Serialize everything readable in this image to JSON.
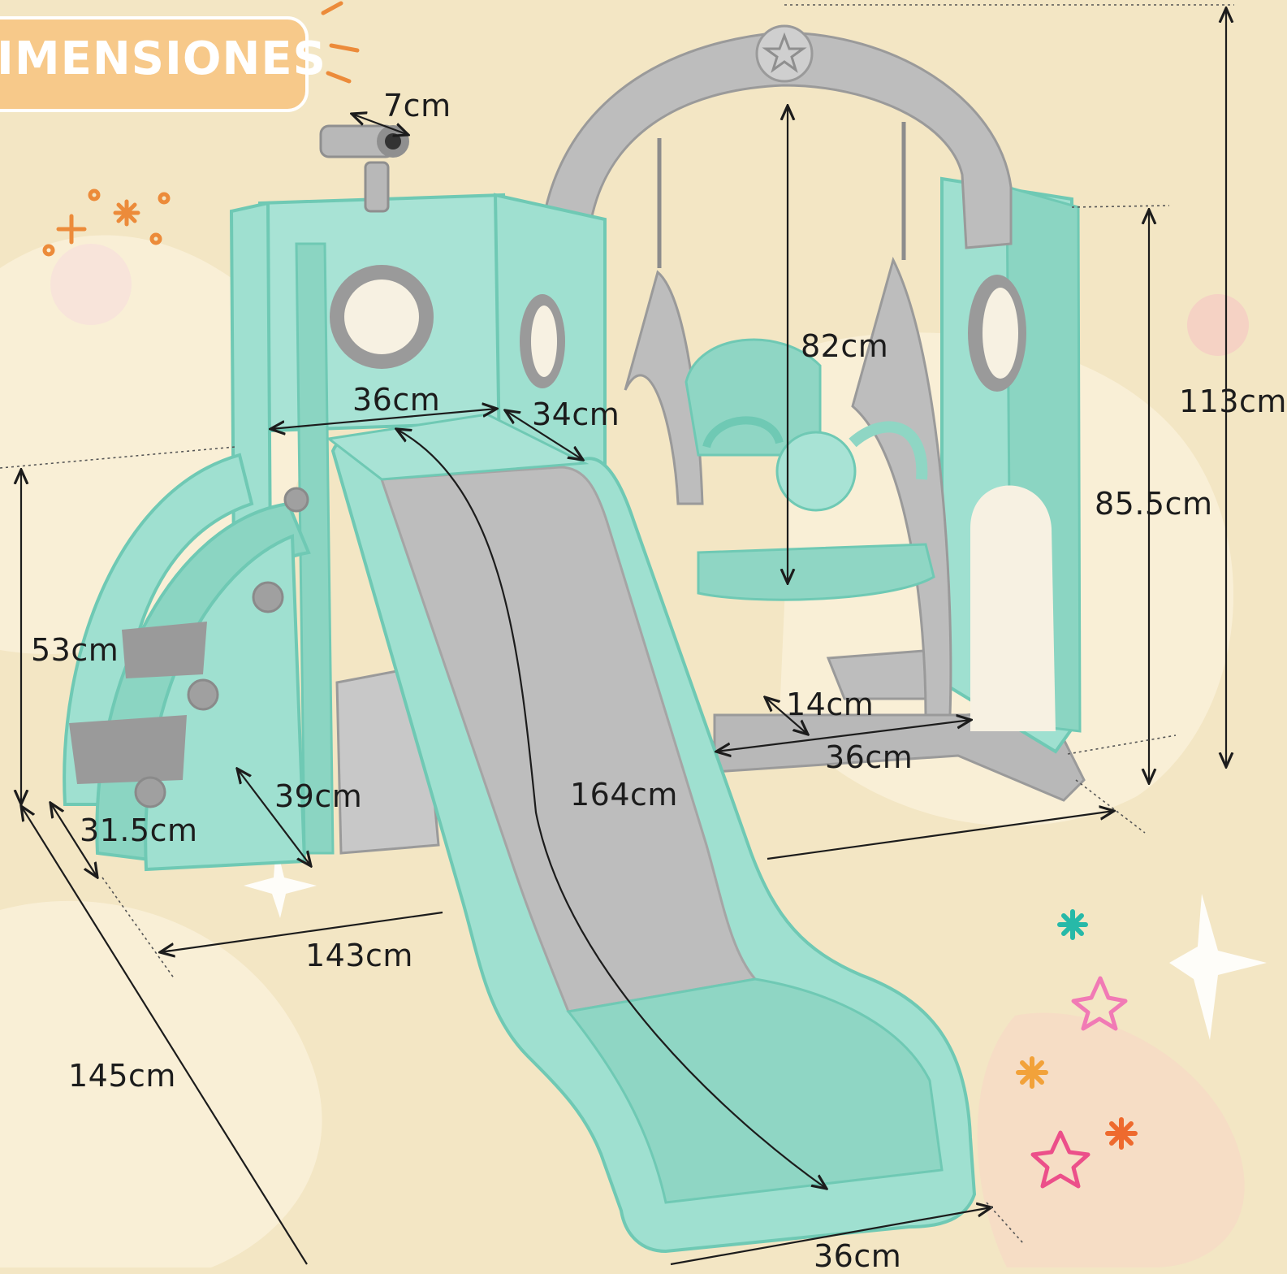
{
  "banner": {
    "title": "IMENSIONES"
  },
  "dimensions": {
    "telescope": "7cm",
    "tower_width": "36cm",
    "platform_depth": "34cm",
    "swing_height": "82cm",
    "total_height": "113cm",
    "side_panel_height": "85.5cm",
    "ladder_height": "53cm",
    "seat_depth": "14cm",
    "swing_base_width": "36cm",
    "ladder_width": "39cm",
    "step_width": "31.5cm",
    "slide_length": "164cm",
    "total_width": "143cm",
    "total_depth": "145cm",
    "slide_width": "36cm"
  },
  "colors": {
    "mint": "#9fe0d0",
    "mint_dark": "#6fc9b4",
    "grey": "#b7b7b7",
    "grey_dark": "#8f8f8f",
    "background": "#f3e6c4",
    "banner": "#f7c98a"
  }
}
